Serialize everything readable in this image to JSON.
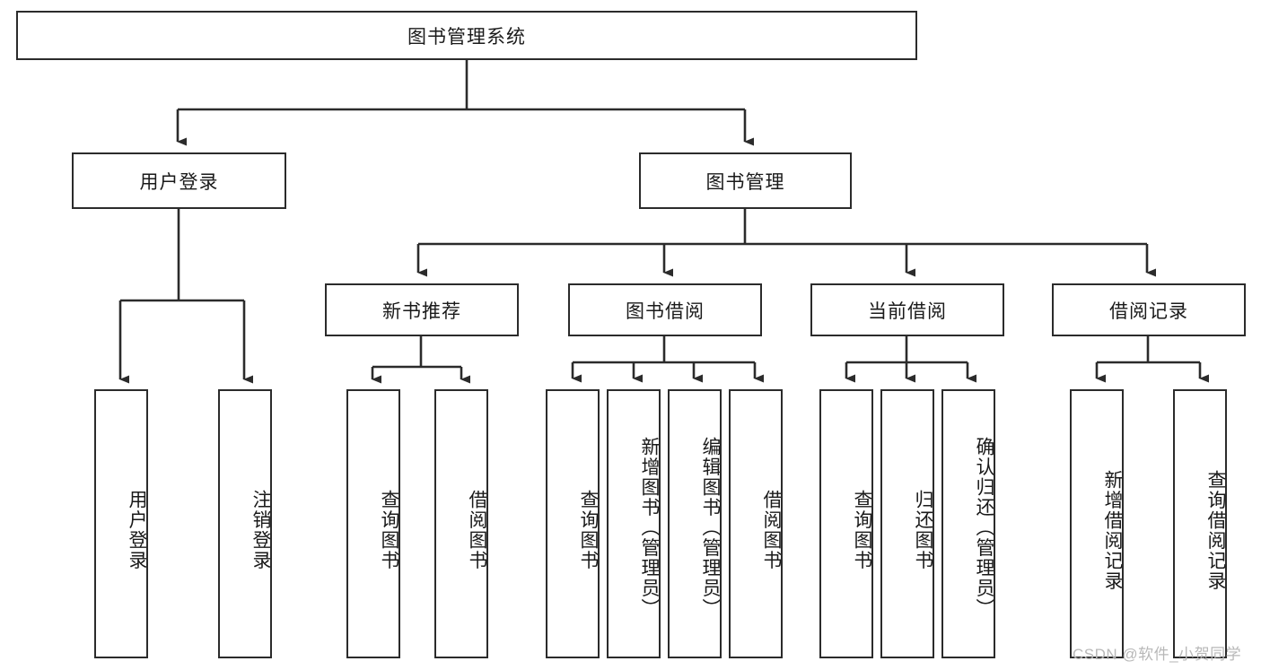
{
  "diagram": {
    "type": "tree",
    "title": "图书管理系统",
    "root": {
      "label": "图书管理系统"
    },
    "level2": [
      {
        "label": "用户登录"
      },
      {
        "label": "图书管理"
      }
    ],
    "level3": [
      {
        "label": "新书推荐"
      },
      {
        "label": "图书借阅"
      },
      {
        "label": "当前借阅"
      },
      {
        "label": "借阅记录"
      }
    ],
    "leaves": {
      "user_login": [
        {
          "label": "用户登录"
        },
        {
          "label": "注销登录"
        }
      ],
      "new_book_recommend": [
        {
          "label": "查询图书"
        },
        {
          "label": "借阅图书"
        }
      ],
      "book_borrow": [
        {
          "label": "查询图书"
        },
        {
          "label": "新增图书（管理员）"
        },
        {
          "label": "编辑图书（管理员）"
        },
        {
          "label": "借阅图书"
        }
      ],
      "current_borrow": [
        {
          "label": "查询图书"
        },
        {
          "label": "归还图书"
        },
        {
          "label": "确认归还（管理员）"
        }
      ],
      "borrow_records": [
        {
          "label": "新增借阅记录"
        },
        {
          "label": "查询借阅记录"
        }
      ]
    }
  },
  "watermark": {
    "text": "CSDN @软件_小贺同学"
  },
  "colors": {
    "stroke": "#2b2b2b",
    "fill": "#ffffff",
    "text": "#1a1a1a",
    "watermark": "#b8b8b8"
  }
}
